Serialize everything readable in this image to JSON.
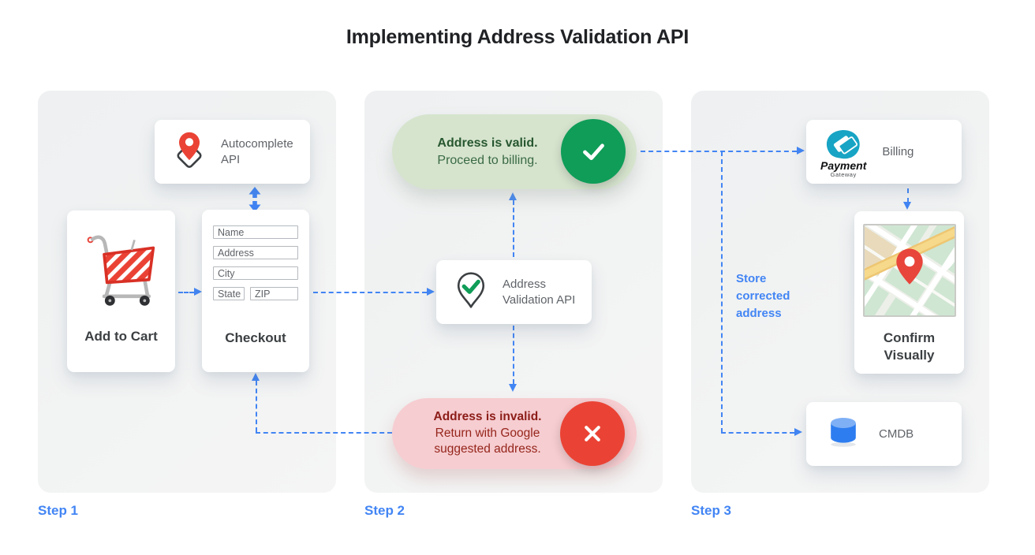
{
  "title": "Implementing Address Validation API",
  "colors": {
    "accent-blue": "#4285f4",
    "valid-green": "#0f9d58",
    "valid-green-bg": "#d6e4ce",
    "valid-green-text": "#27572f",
    "invalid-red": "#ea4335",
    "invalid-red-bg": "#f6cdd1",
    "invalid-red-text": "#8c1d18",
    "panel-gray": "#f0f1f2",
    "card-label-gray": "#5f6368",
    "dark-label": "#3c4043"
  },
  "step1": {
    "label": "Step 1",
    "autocomplete_card": {
      "icon": "map-pin-diamond-icon",
      "label": "Autocomplete API"
    },
    "cart_card": {
      "icon": "shopping-cart-icon",
      "label": "Add to Cart"
    },
    "checkout_card": {
      "label": "Checkout",
      "fields": {
        "name": "Name",
        "address": "Address",
        "city": "City",
        "state": "State",
        "zip": "ZIP"
      }
    }
  },
  "step2": {
    "label": "Step 2",
    "valid_pill": {
      "icon": "check-circle-icon",
      "title": "Address is valid.",
      "subtitle": "Proceed to billing."
    },
    "invalid_pill": {
      "icon": "x-circle-icon",
      "title": "Address is invalid.",
      "subtitle": "Return with Google suggested address."
    },
    "validation_card": {
      "icon": "pin-check-icon",
      "label": "Address Validation API"
    }
  },
  "step3": {
    "label": "Step 3",
    "billing_card": {
      "icon": "payment-gateway-logo",
      "logo_title": "Payment",
      "logo_subtitle": "Gateway",
      "label": "Billing"
    },
    "confirm_card": {
      "icon": "map-thumbnail",
      "label": "Confirm Visually"
    },
    "cmdb_card": {
      "icon": "database-icon",
      "label": "CMDB"
    },
    "annotation": "Store corrected address"
  }
}
